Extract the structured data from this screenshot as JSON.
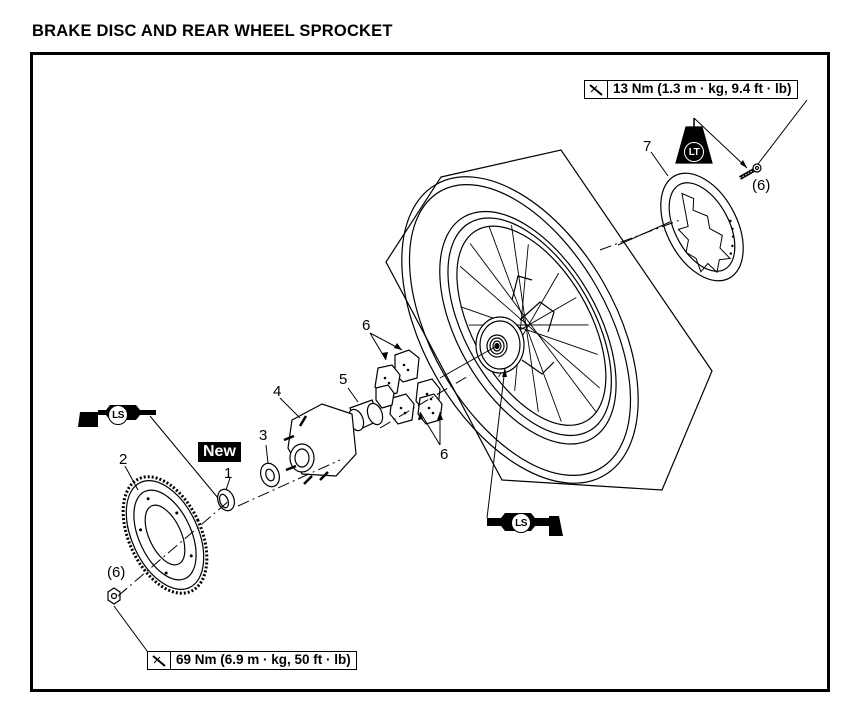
{
  "page": {
    "title": "BRAKE DISC AND REAR WHEEL SPROCKET"
  },
  "torque_specs": {
    "disc_bolt": {
      "icon": "torque-wrench-icon",
      "text": "13 Nm (1.3 m · kg, 9.4 ft · lb)"
    },
    "sprocket_nut": {
      "icon": "torque-wrench-icon",
      "text": "69 Nm (6.9 m · kg, 50 ft · lb)"
    }
  },
  "badges": {
    "new": "New",
    "locktite": "LT",
    "lithium_grease_1": "LS",
    "lithium_grease_2": "LS"
  },
  "part_labels": {
    "p1": "1",
    "p2": "2",
    "p3": "3",
    "p4": "4",
    "p5": "5",
    "p6a": "6",
    "p6b": "6",
    "p7": "7",
    "bolt_qty": "(6)",
    "nut_qty": "(6)"
  }
}
